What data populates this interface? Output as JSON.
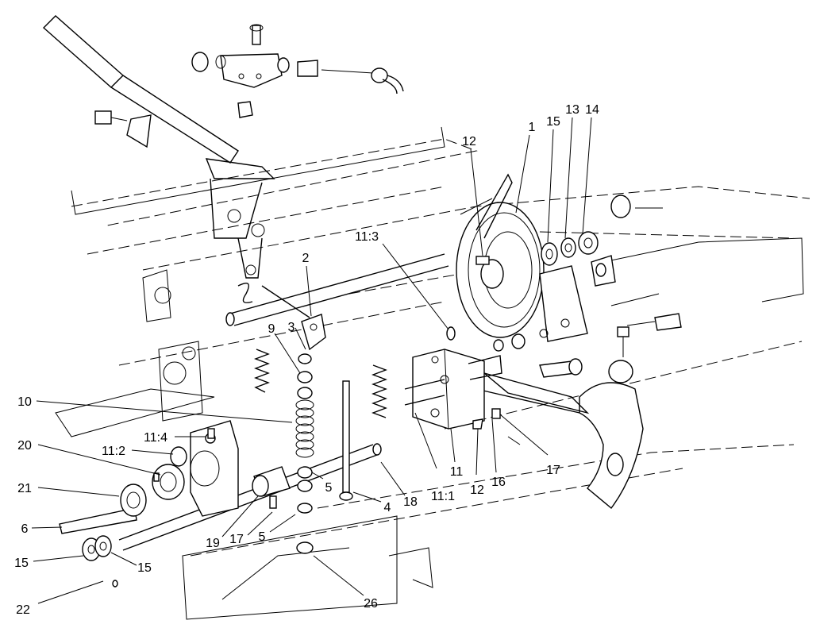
{
  "callouts": [
    {
      "id": "c-1",
      "text": "1"
    },
    {
      "id": "c-15-top",
      "text": "15"
    },
    {
      "id": "c-13",
      "text": "13"
    },
    {
      "id": "c-14",
      "text": "14"
    },
    {
      "id": "c-12-top",
      "text": "12"
    },
    {
      "id": "c-11-3",
      "text": "11:3"
    },
    {
      "id": "c-2",
      "text": "2"
    },
    {
      "id": "c-3",
      "text": "3"
    },
    {
      "id": "c-9",
      "text": "9"
    },
    {
      "id": "c-10",
      "text": "10"
    },
    {
      "id": "c-11-4",
      "text": "11:4"
    },
    {
      "id": "c-20",
      "text": "20"
    },
    {
      "id": "c-11-2",
      "text": "11:2"
    },
    {
      "id": "c-21",
      "text": "21"
    },
    {
      "id": "c-6",
      "text": "6"
    },
    {
      "id": "c-15-left",
      "text": "15"
    },
    {
      "id": "c-15-bottom",
      "text": "15"
    },
    {
      "id": "c-22",
      "text": "22"
    },
    {
      "id": "c-19",
      "text": "19"
    },
    {
      "id": "c-17-left",
      "text": "17"
    },
    {
      "id": "c-5-left",
      "text": "5"
    },
    {
      "id": "c-5-mid",
      "text": "5"
    },
    {
      "id": "c-4",
      "text": "4"
    },
    {
      "id": "c-18",
      "text": "18"
    },
    {
      "id": "c-11-1",
      "text": "11:1"
    },
    {
      "id": "c-11",
      "text": "11"
    },
    {
      "id": "c-12-bottom",
      "text": "12"
    },
    {
      "id": "c-16",
      "text": "16"
    },
    {
      "id": "c-17-right",
      "text": "17"
    },
    {
      "id": "c-26",
      "text": "26"
    }
  ]
}
